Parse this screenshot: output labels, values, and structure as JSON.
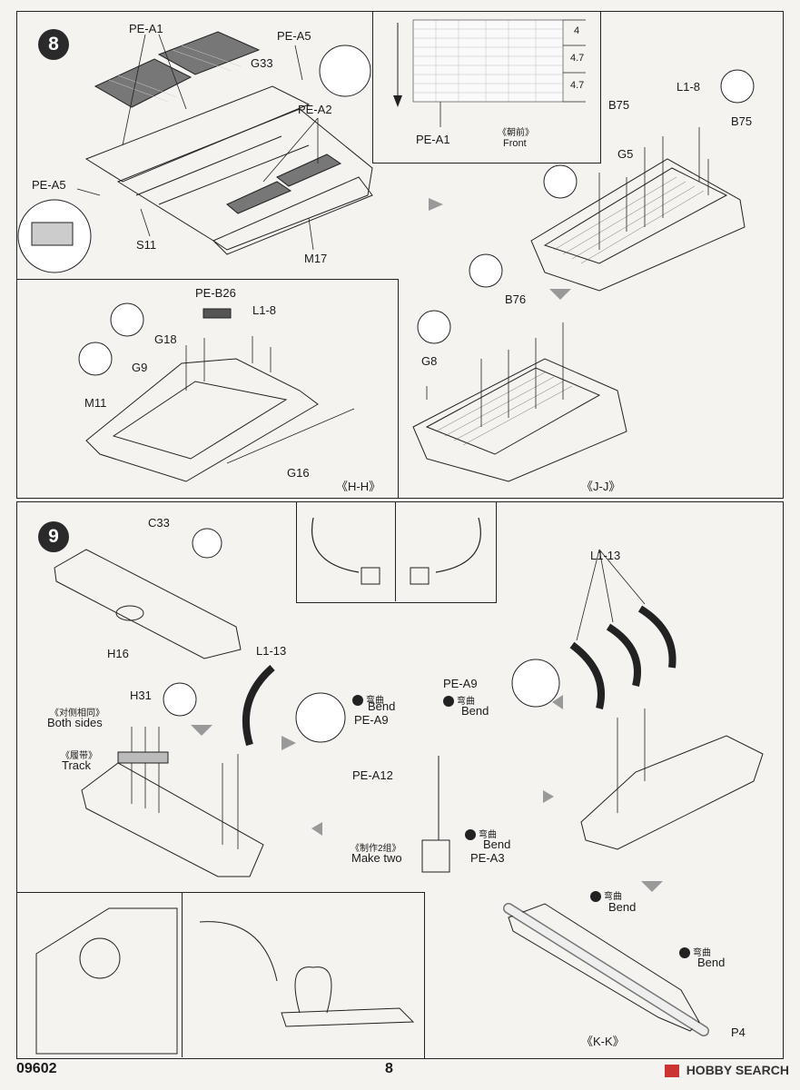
{
  "steps": {
    "step8": "8",
    "step9": "9"
  },
  "step8": {
    "labels": {
      "pe_a1": "PE-A1",
      "pe_a5_top": "PE-A5",
      "g33": "G33",
      "pe_a2": "PE-A2",
      "pe_a5_left": "PE-A5",
      "s11": "S11",
      "m17": "M17",
      "b75_top": "B75",
      "b75_right": "B75",
      "l1_8_top": "L1-8",
      "g5": "G5"
    },
    "inset": {
      "label": "PE-A1",
      "front_cn": "《朝前》",
      "front_en": "Front",
      "dims": [
        "4",
        "4.7",
        "4.7"
      ]
    },
    "hh": {
      "pe_b26": "PE-B26",
      "l1_8": "L1-8",
      "g18": "G18",
      "g9": "G9",
      "m11": "M11",
      "g16": "G16",
      "caption": "《H-H》"
    },
    "jj": {
      "b76": "B76",
      "g8": "G8",
      "caption": "《J-J》"
    }
  },
  "step9": {
    "c33": "C33",
    "h16": "H16",
    "h31": "H31",
    "both_sides_cn": "《对侧相同》",
    "both_sides_en": "Both sides",
    "track_cn": "《履带》",
    "track_en": "Track",
    "l1_13_mid": "L1-13",
    "pe_a9_mid": "PE-A9",
    "bend_cn_1": "弯曲",
    "bend_en_1": "Bend",
    "pe_a12": "PE-A12",
    "make_two_cn": "《制作2组》",
    "make_two_en": "Make two",
    "bend_cn_2": "弯曲",
    "bend_en_2": "Bend",
    "pe_a3": "PE-A3",
    "pe_a9_right": "PE-A9",
    "bend_cn_3": "弯曲",
    "bend_en_3": "Bend",
    "l1_13_right": "L1-13",
    "bend_cn_4": "弯曲",
    "bend_en_4": "Bend",
    "bend_cn_5": "弯曲",
    "bend_en_5": "Bend",
    "p4": "P4",
    "kk_caption": "《K-K》"
  },
  "footer": {
    "code": "09602",
    "page": "8",
    "watermark": "HOBBY SEARCH"
  }
}
